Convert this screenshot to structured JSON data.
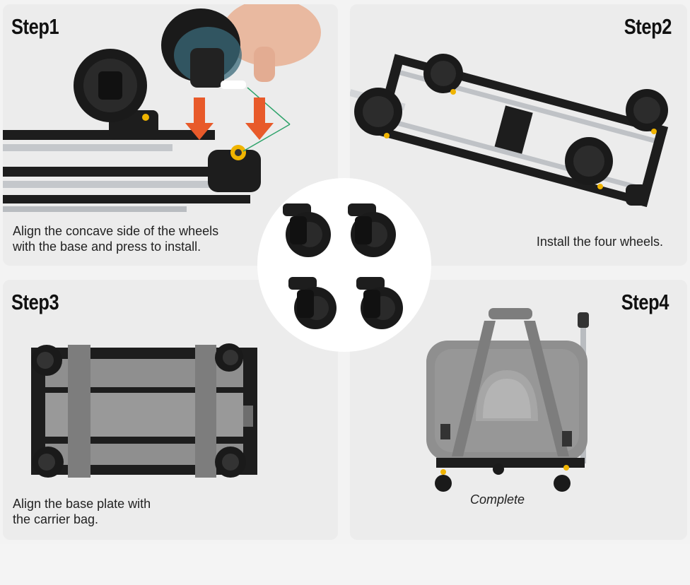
{
  "steps": [
    {
      "title": "Step1",
      "caption_lines": [
        "Align the concave side of the wheels",
        "with the base and press to install."
      ]
    },
    {
      "title": "Step2",
      "caption_lines": [
        "Install the four wheels."
      ]
    },
    {
      "title": "Step3",
      "caption_lines": [
        "Align the base plate with",
        "the carrier bag."
      ]
    },
    {
      "title": "Step4",
      "caption_lines": [
        "Complete"
      ]
    }
  ],
  "colors": {
    "panel_bg": "#ececec",
    "arrow": "#e85a2a",
    "frame_black": "#1d1d1d",
    "steel": "#b9bcc0",
    "fabric_gray": "#8f8f8f",
    "strap_gray": "#7d7d7d",
    "accent_yellow": "#f0b400",
    "guide_green": "#2fa36b"
  }
}
